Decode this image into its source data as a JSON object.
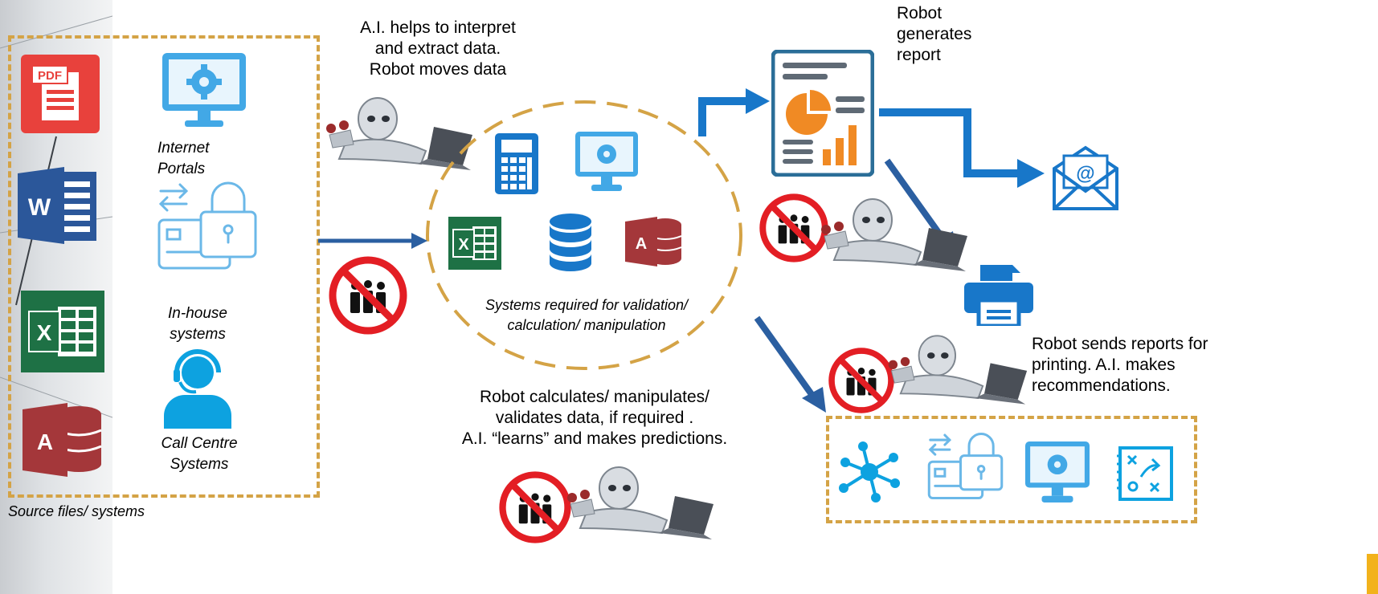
{
  "labels": {
    "internet_portals": "Internet\nPortals",
    "in_house": "In-house\nsystems",
    "call_centre": "Call Centre\nSystems",
    "source": "Source files/ systems",
    "ai_interpret": "A.I. helps to interpret\nand extract data.\nRobot moves data",
    "systems_required": "Systems required for validation/\ncalculation/ manipulation",
    "robot_calculates": "Robot calculates/ manipulates/\nvalidates data, if required .\nA.I. “learns” and makes predictions.",
    "robot_generates": "Robot\ngenerates\nreport",
    "robot_sends": "Robot sends reports for\nprinting. A.I. makes\nrecommendations."
  },
  "icons": {
    "pdf": "PDF",
    "word": "W",
    "excel": "X",
    "access": "A"
  },
  "colors": {
    "dash": "#D4A346",
    "blue": "#1877C9",
    "light_blue": "#42A8E6",
    "navy": "#2B5FA1",
    "excel": "#1E7145",
    "word": "#2B579A",
    "access": "#A4373A",
    "pdf": "#E8413C",
    "no_sign": "#E31E24"
  }
}
